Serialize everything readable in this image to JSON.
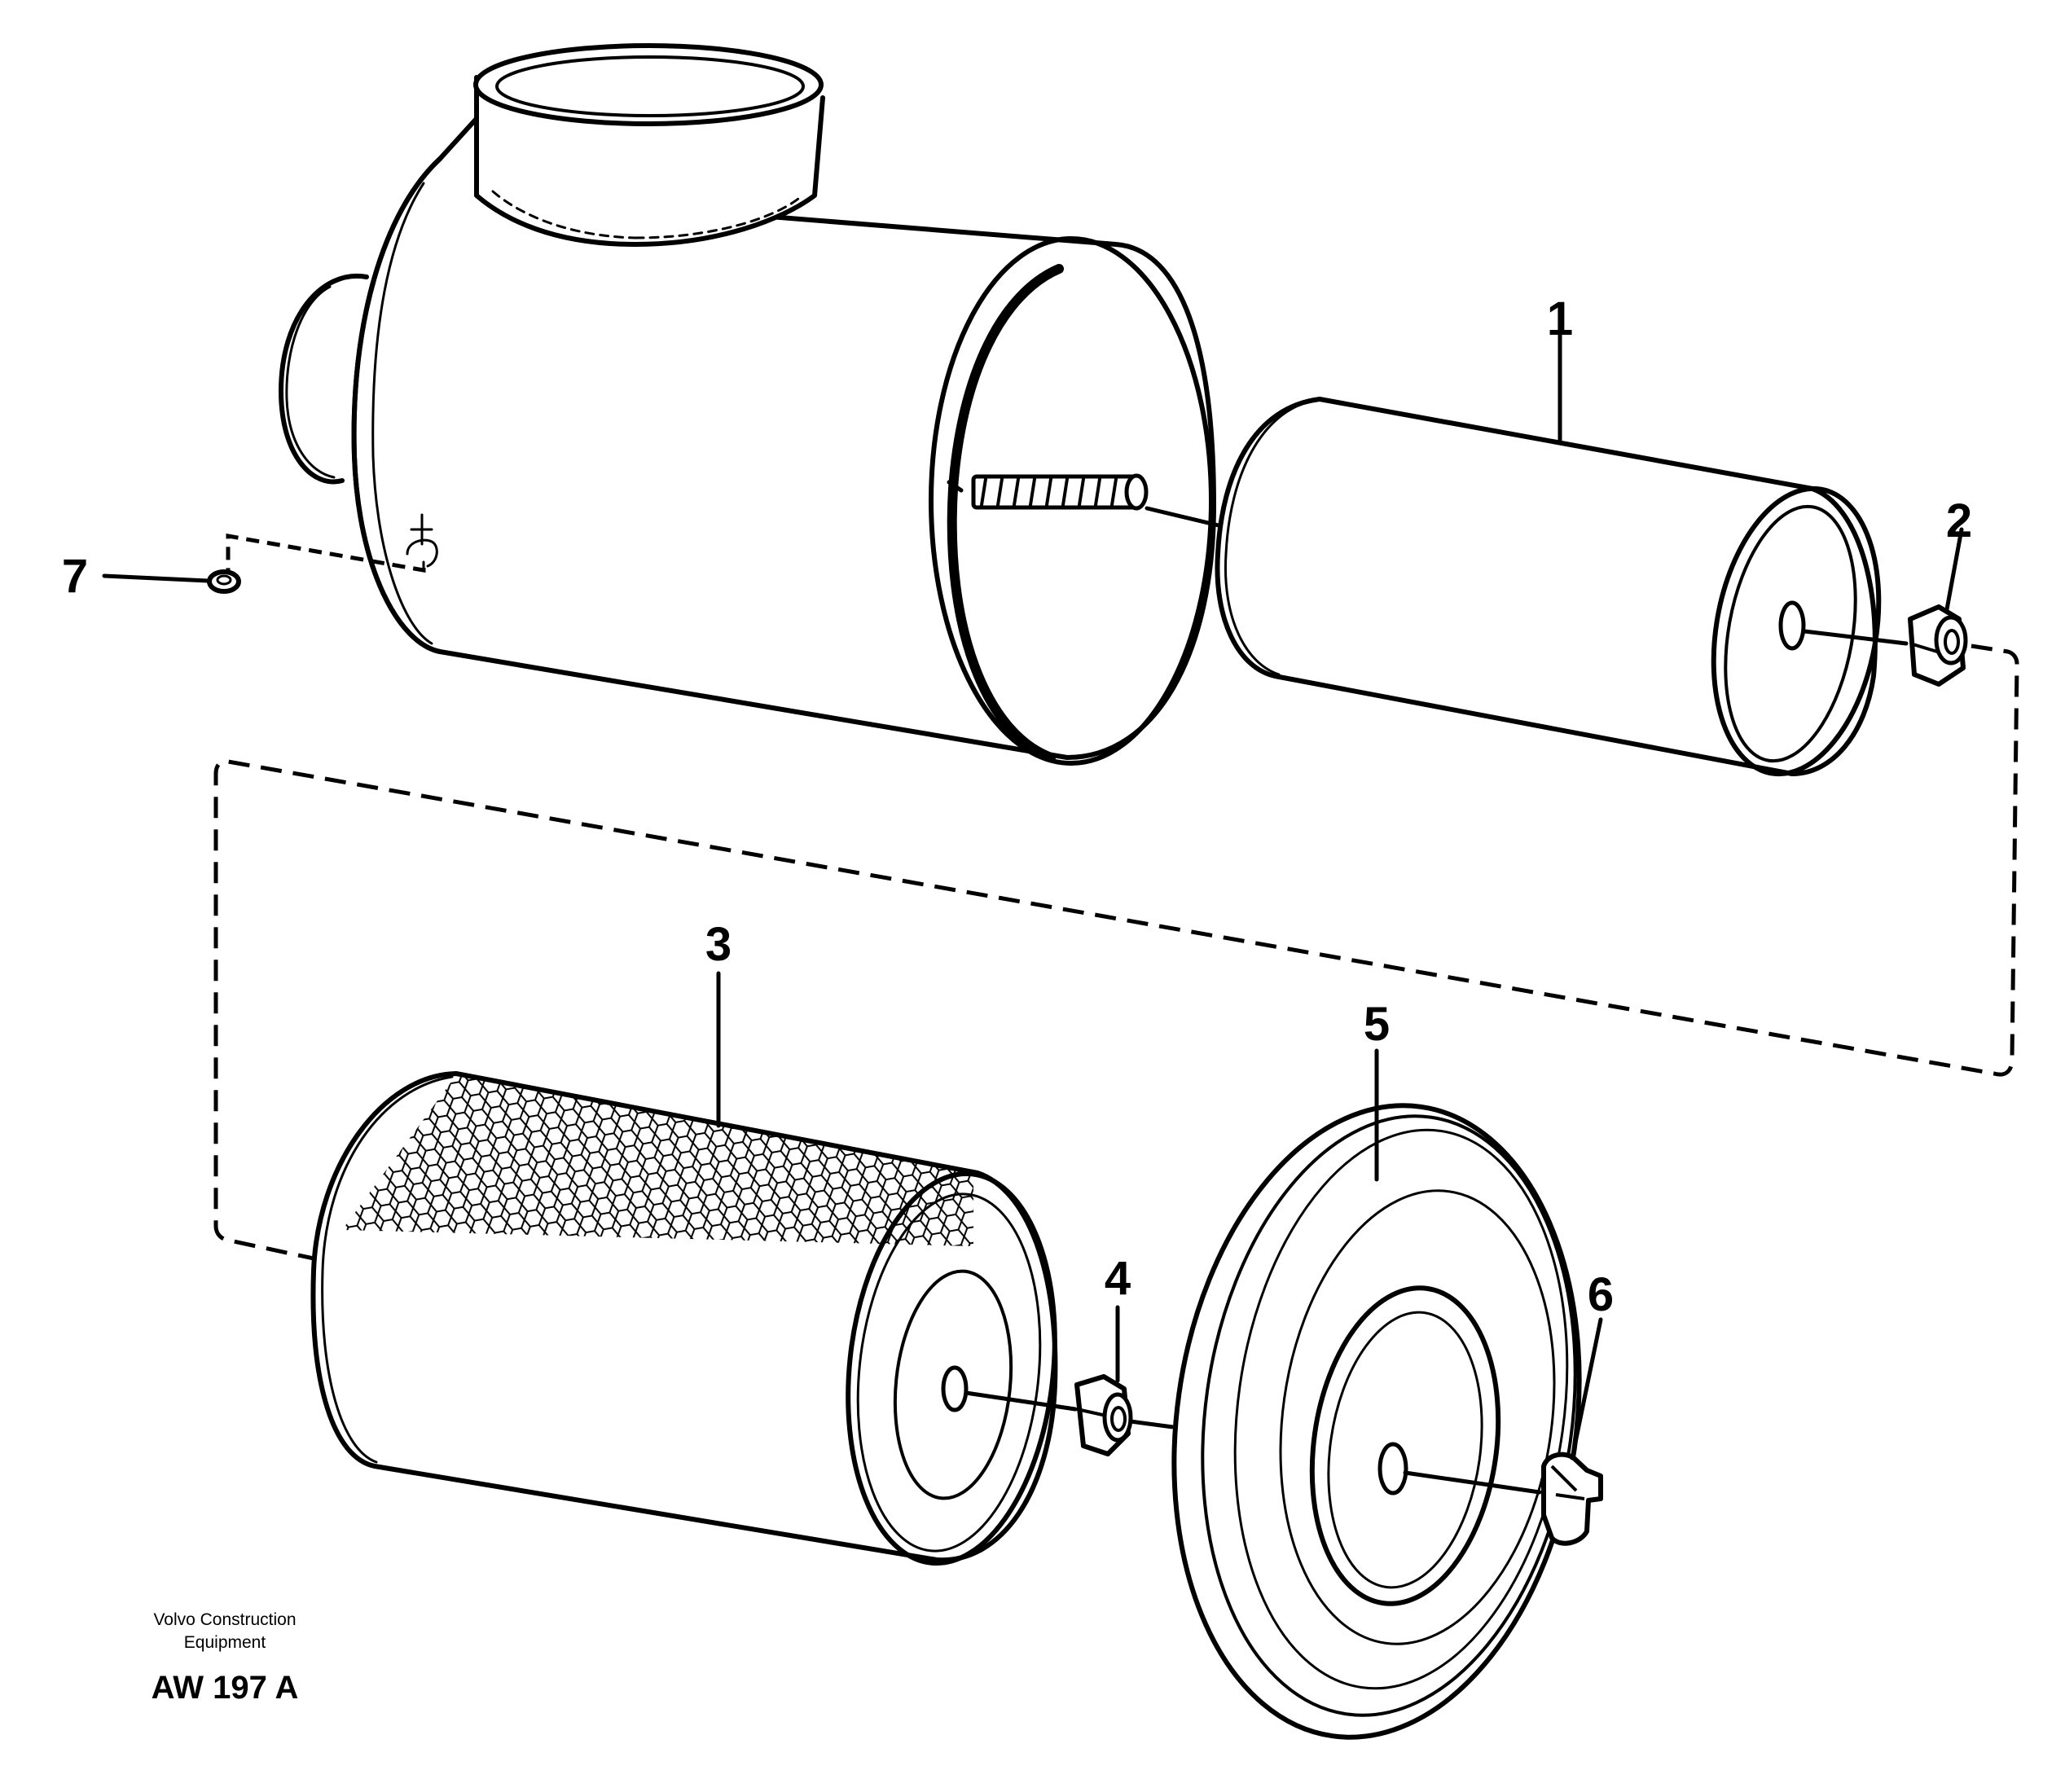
{
  "callouts": [
    {
      "id": "1",
      "label": "1"
    },
    {
      "id": "2",
      "label": "2"
    },
    {
      "id": "3",
      "label": "3"
    },
    {
      "id": "4",
      "label": "4"
    },
    {
      "id": "5",
      "label": "5"
    },
    {
      "id": "6",
      "label": "6"
    },
    {
      "id": "7",
      "label": "7"
    }
  ],
  "footer": {
    "maker_line1": "Volvo Construction",
    "maker_line2": "Equipment",
    "drawing_number": "AW 197 A"
  }
}
